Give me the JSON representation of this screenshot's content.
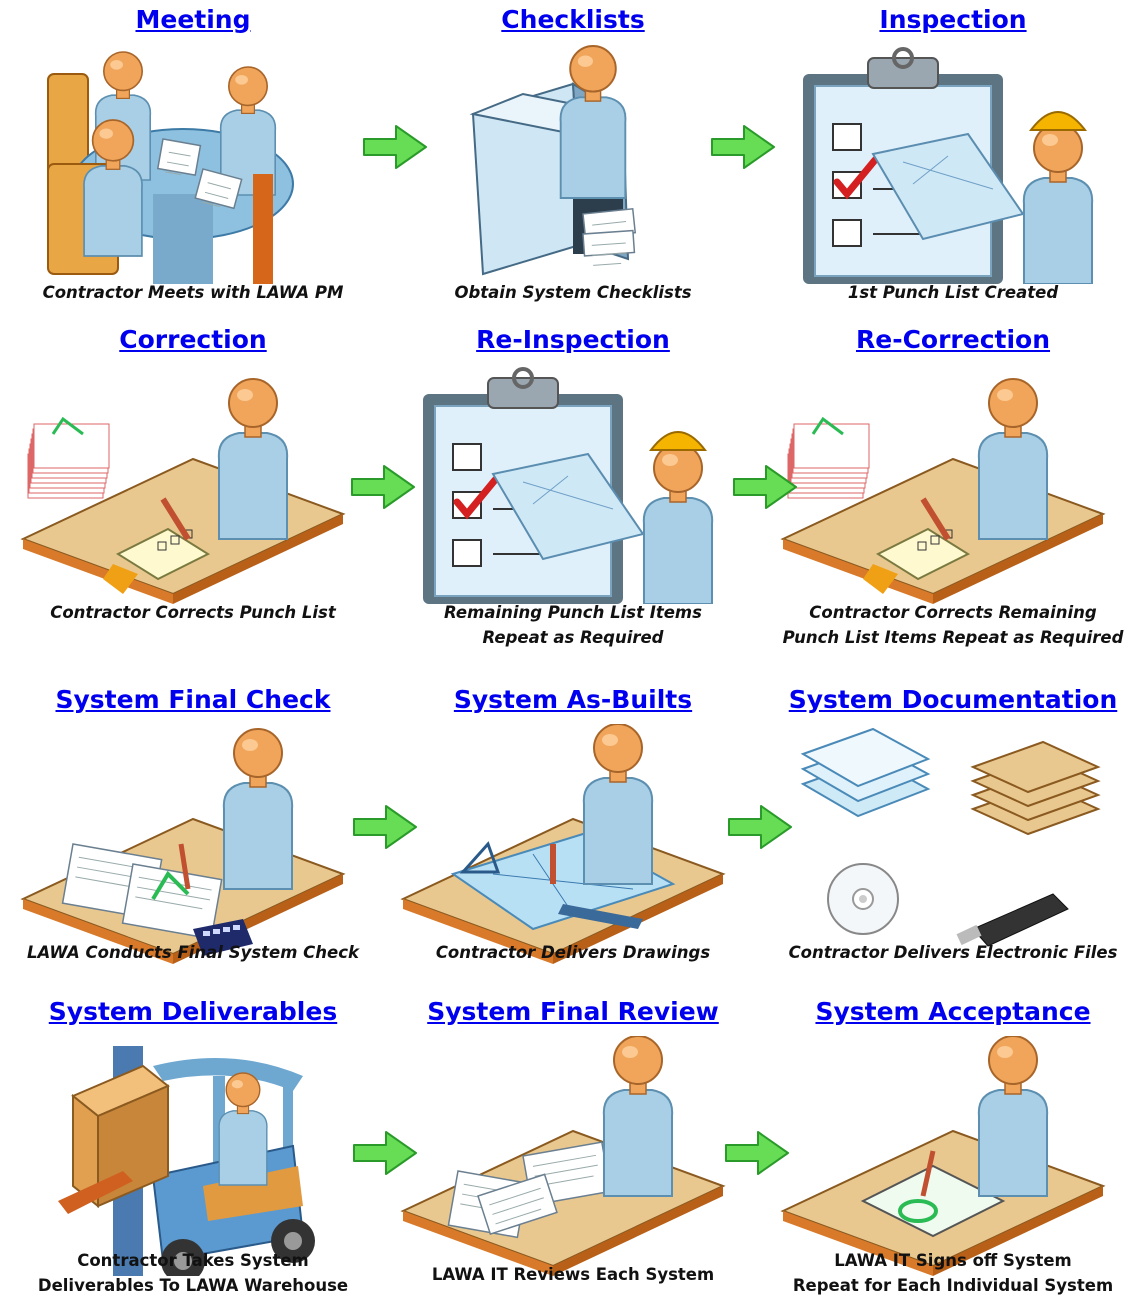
{
  "steps": [
    {
      "id": "meeting",
      "title": "Meeting",
      "caption": [
        "Contractor Meets with LAWA PM"
      ],
      "art": "meeting",
      "italic": true
    },
    {
      "id": "checklists",
      "title": "Checklists",
      "caption": [
        "Obtain System Checklists"
      ],
      "art": "checklists",
      "italic": true
    },
    {
      "id": "inspection",
      "title": "Inspection",
      "caption": [
        "1st Punch List Created"
      ],
      "art": "inspection",
      "italic": true
    },
    {
      "id": "correction",
      "title": "Correction",
      "caption": [
        "Contractor Corrects Punch List"
      ],
      "art": "correction",
      "italic": true
    },
    {
      "id": "re-inspection",
      "title": "Re-Inspection",
      "caption": [
        "Remaining Punch List Items",
        "Repeat as Required"
      ],
      "art": "inspection",
      "italic": true
    },
    {
      "id": "re-correction",
      "title": "Re-Correction",
      "caption": [
        "Contractor Corrects Remaining",
        "Punch List Items Repeat as Required"
      ],
      "art": "correction",
      "italic": true
    },
    {
      "id": "system-final-check",
      "title": "System Final Check",
      "caption": [
        "LAWA Conducts Final System Check"
      ],
      "art": "finalcheck",
      "italic": true
    },
    {
      "id": "system-as-builts",
      "title": "System As-Builts",
      "caption": [
        "Contractor Delivers Drawings"
      ],
      "art": "asbuilts",
      "italic": true
    },
    {
      "id": "system-documentation",
      "title": "System Documentation",
      "caption": [
        "Contractor Delivers Electronic Files"
      ],
      "art": "documentation",
      "italic": true
    },
    {
      "id": "system-deliverables",
      "title": "System Deliverables",
      "caption": [
        "Contractor Takes System",
        "Deliverables To LAWA Warehouse"
      ],
      "art": "forklift",
      "italic": false
    },
    {
      "id": "system-final-review",
      "title": "System Final Review",
      "caption": [
        "LAWA IT Reviews Each System"
      ],
      "art": "review",
      "italic": false
    },
    {
      "id": "system-acceptance",
      "title": "System Acceptance",
      "caption": [
        "LAWA IT Signs off System",
        "Repeat for Each Individual System"
      ],
      "art": "acceptance",
      "italic": false
    }
  ],
  "colors": {
    "title_link": "#0000ee",
    "arrow_fill": "#66dd55",
    "arrow_stroke": "#2a9a2a",
    "person_body": "#a9cfe6",
    "person_head": "#f0a55a",
    "desk_top": "#e9c88f",
    "desk_side": "#d87a2a",
    "check_red": "#d42020"
  }
}
